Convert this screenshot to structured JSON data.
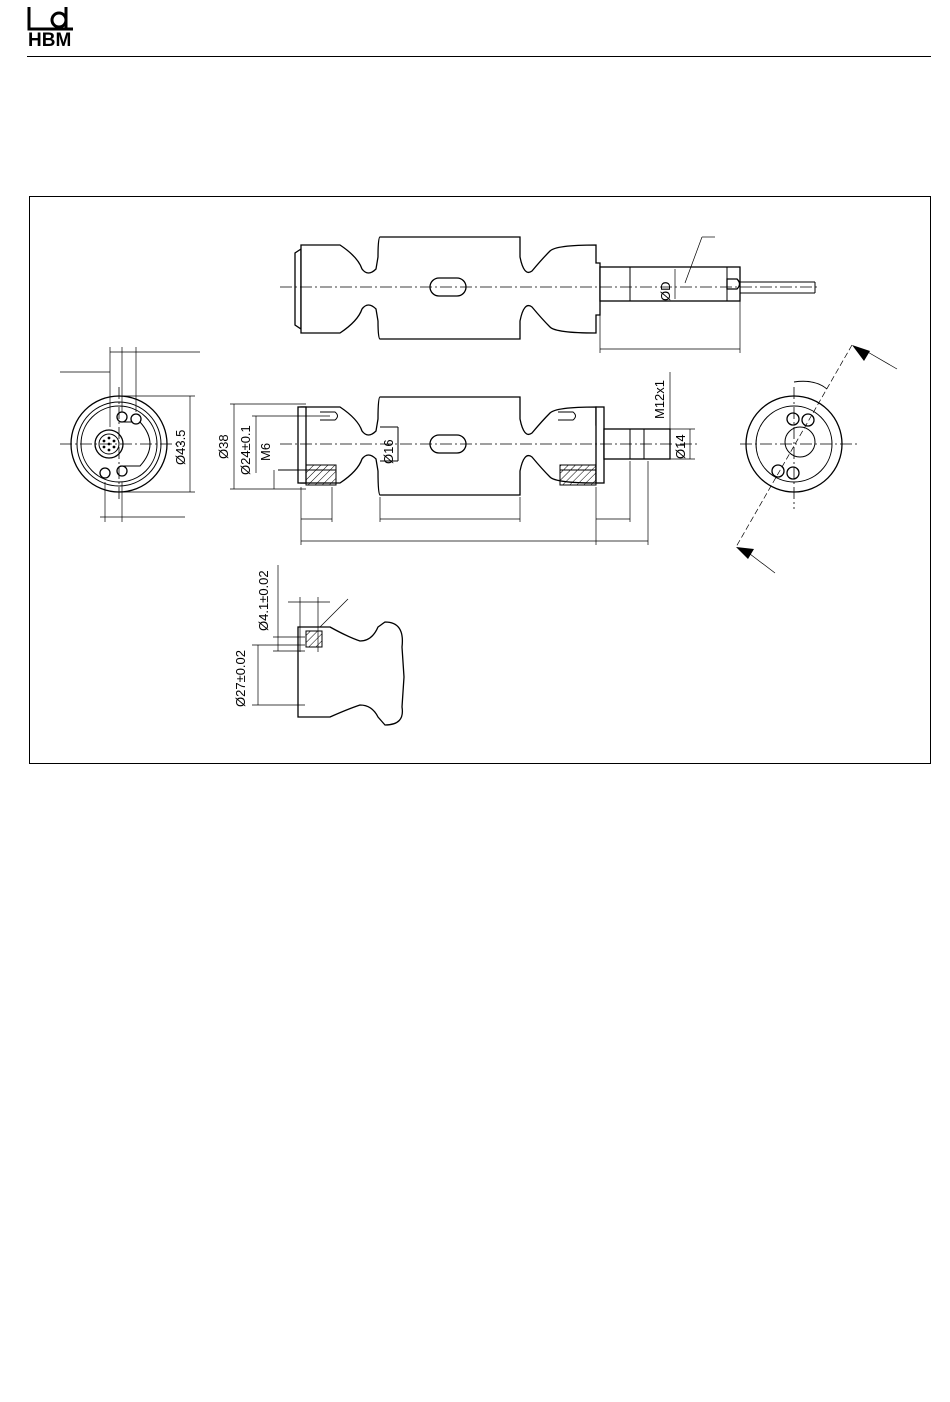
{
  "header": {
    "logo_text": "HBM"
  },
  "drawing": {
    "dimensions": {
      "shaft_diameter": "ØD",
      "face_diameter": "Ø43.5",
      "body_diameter": "Ø38",
      "bolt_circle": "Ø24±0.1",
      "thread_side": "M6",
      "bore_diameter": "Ø16",
      "connector_thread": "M12x1",
      "connector_diameter": "Ø14",
      "pin_diameter": "Ø4.1±0.02",
      "pin_circle": "Ø27±0.02"
    }
  }
}
